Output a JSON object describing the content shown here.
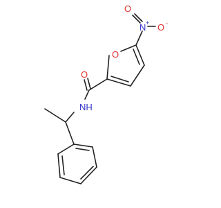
{
  "molecule": {
    "atoms": {
      "nitro_n": {
        "label": "N",
        "charge": "+",
        "color": "#3333cc"
      },
      "nitro_o_top": {
        "label": "O",
        "color": "#e03030"
      },
      "nitro_o_right": {
        "label": "O",
        "charge": "-",
        "color": "#e03030"
      },
      "furan_o": {
        "label": "O",
        "color": "#e03030"
      },
      "carbonyl_o": {
        "label": "O",
        "color": "#e03030"
      },
      "amide_nh": {
        "label": "NH",
        "color": "#3333cc"
      }
    },
    "bond_color": "#222222"
  }
}
